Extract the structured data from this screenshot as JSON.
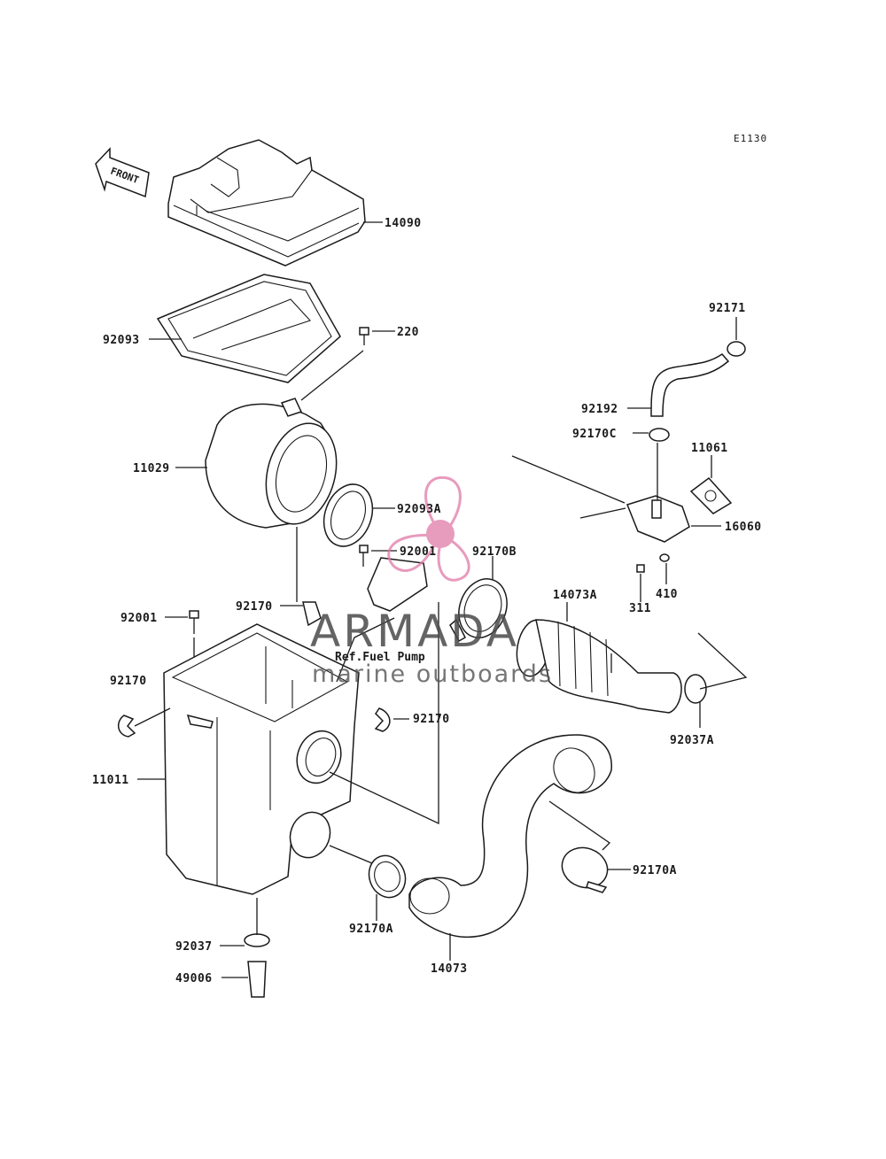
{
  "diagram_code": "E1130",
  "direction_label": "FRONT",
  "reference_note": "Ref.Fuel Pump",
  "watermark": {
    "title": "ARMADA",
    "subtitle": "marine outboards",
    "accent_color": "#e07aa8"
  },
  "parts": [
    {
      "id": "p14090",
      "number": "14090"
    },
    {
      "id": "p92093",
      "number": "92093"
    },
    {
      "id": "p220",
      "number": "220"
    },
    {
      "id": "p11029",
      "number": "11029"
    },
    {
      "id": "p92093A",
      "number": "92093A"
    },
    {
      "id": "p92001a",
      "number": "92001"
    },
    {
      "id": "p92170B",
      "number": "92170B"
    },
    {
      "id": "p92170a",
      "number": "92170"
    },
    {
      "id": "p92001b",
      "number": "92001"
    },
    {
      "id": "p92170b",
      "number": "92170"
    },
    {
      "id": "p92170c",
      "number": "92170"
    },
    {
      "id": "p11011",
      "number": "11011"
    },
    {
      "id": "p92037",
      "number": "92037"
    },
    {
      "id": "p49006",
      "number": "49006"
    },
    {
      "id": "p92170A1",
      "number": "92170A"
    },
    {
      "id": "p14073",
      "number": "14073"
    },
    {
      "id": "p92170A2",
      "number": "92170A"
    },
    {
      "id": "p14073A",
      "number": "14073A"
    },
    {
      "id": "p92037A",
      "number": "92037A"
    },
    {
      "id": "p92171",
      "number": "92171"
    },
    {
      "id": "p92192",
      "number": "92192"
    },
    {
      "id": "p92170C",
      "number": "92170C"
    },
    {
      "id": "p11061",
      "number": "11061"
    },
    {
      "id": "p16060",
      "number": "16060"
    },
    {
      "id": "p410",
      "number": "410"
    },
    {
      "id": "p311",
      "number": "311"
    }
  ]
}
